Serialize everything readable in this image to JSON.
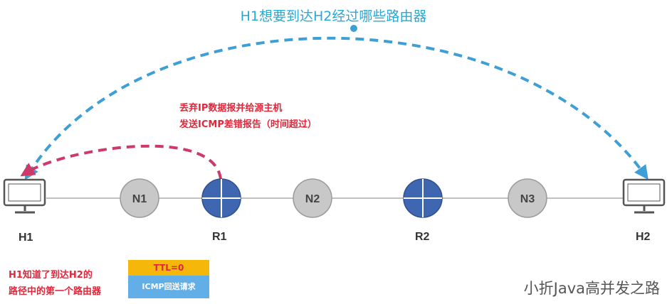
{
  "title": "H1想要到达H2经过哪些路由器",
  "hosts": {
    "h1": {
      "label": "H1"
    },
    "h2": {
      "label": "H2"
    }
  },
  "nodes": [
    {
      "label": "N1"
    },
    {
      "label": "N2"
    },
    {
      "label": "N3"
    }
  ],
  "routers": [
    {
      "label": "R1"
    },
    {
      "label": "R2"
    }
  ],
  "r1_note": {
    "line1": "丢弃IP数据报并给源主机",
    "line2": "发送ICMP差错报告（时间超过）"
  },
  "h1_note": {
    "line1": "H1知道了到达H2的",
    "line2": "路径中的第一个路由器"
  },
  "packet": {
    "ttl": "TTL=0",
    "payload": "ICMP回送请求"
  },
  "watermark": "小折Java高并发之路",
  "colors": {
    "title": "#27a9d6",
    "router": "#3f67b1",
    "node": "#c8c8c8",
    "red_arrow": "#cd3a6a",
    "blue_arrow": "#3d9fd6",
    "note_red": "#e0283c",
    "ttl_bg": "#f5b70a",
    "icmp_bg": "#62aee6"
  }
}
